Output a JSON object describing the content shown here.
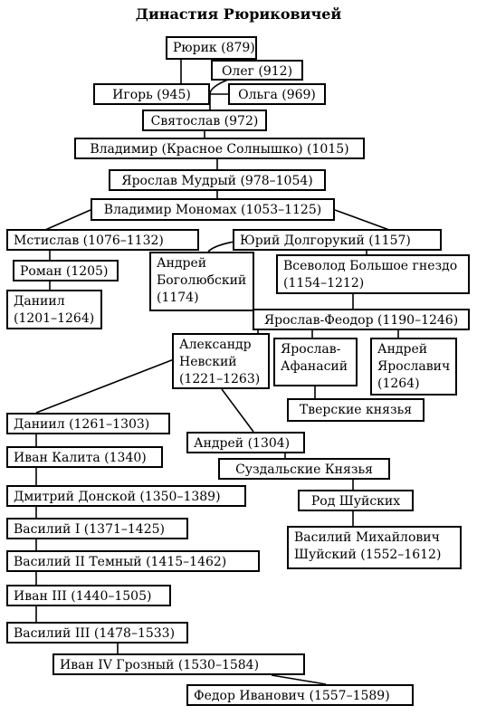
{
  "title": "Династия Рюриковичей",
  "nodes": {
    "riurik": "Рюрик (879)",
    "oleg": "Олег (912)",
    "igor": "Игорь (945)",
    "olga": "Ольга (969)",
    "sviatoslav": "Святослав (972)",
    "vladimir": "Владимир (Красное Солнышко) (1015)",
    "yaroslav_mudry": "Ярослав Мудрый (978–1054)",
    "vladimir_monomakh": "Владимир Мономах (1053–1125)",
    "mstislav": "Мстислав (1076–1132)",
    "yury": "Юрий Долгорукий (1157)",
    "roman": "Роман (1205)",
    "andrey_bogol": "Андрей\nБоголюбский\n(1174)",
    "vsevolod": "Всеволод Большое гнездо\n(1154–1212)",
    "daniil_1": "Даниил\n(1201–1264)",
    "yaroslav_feodor": "Ярослав-Феодор (1190–1246)",
    "alexandr": "Александр\nНевский\n(1221–1263)",
    "yaroslav_afanasy": "Ярослав-\nАфанасий",
    "andrey_yaroslavich": "Андрей\nЯрославич\n(1264)",
    "tver": "Тверские князья",
    "daniil_2": "Даниил (1261–1303)",
    "andrey_1304": "Андрей (1304)",
    "ivan_kalita": "Иван Калита (1340)",
    "suzdal": "Суздальские Князья",
    "dmitry": "Дмитрий Донской (1350–1389)",
    "shuisky_rod": "Род Шуйских",
    "vasily_1": "Василий I (1371–1425)",
    "vasily_shuisky": "Василий Михайлович\nШуйский (1552–1612)",
    "vasily_2": "Василий II Темный (1415–1462)",
    "ivan_3": "Иван III (1440–1505)",
    "vasily_3": "Василий III (1478–1533)",
    "ivan_4": "Иван IV Грозный (1530–1584)",
    "fedor": "Федор Иванович (1557–1589)"
  }
}
